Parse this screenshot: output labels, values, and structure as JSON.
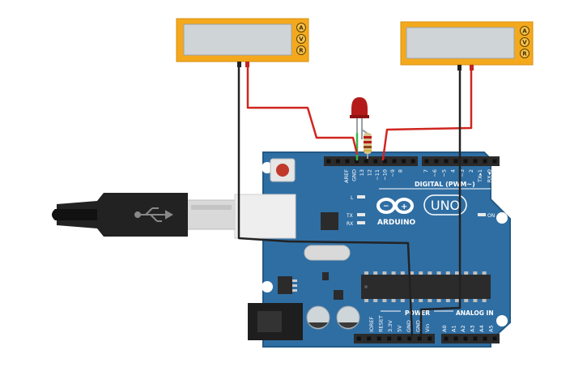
{
  "board": {
    "brand": "ARDUINO",
    "model": "UNO",
    "section_digital": "DIGITAL (PWM~)",
    "section_power": "POWER",
    "section_analog": "ANALOG IN",
    "led_on": "ON",
    "led_l": "L",
    "led_tx": "TX",
    "led_rx": "RX",
    "digital_pins_left": [
      "AREF",
      "GND",
      "13",
      "12",
      "~11",
      "~10",
      "~9",
      "8"
    ],
    "digital_pins_right": [
      "7",
      "~6",
      "~5",
      "4",
      "~3",
      "2",
      "TX▸1",
      "RX◂0"
    ],
    "power_pins": [
      "IOREF",
      "RESET",
      "3.3V",
      "5V",
      "GND",
      "GND",
      "Vin"
    ],
    "analog_pins": [
      "A0",
      "A1",
      "A2",
      "A3",
      "A4",
      "A5"
    ],
    "colors": {
      "pcb": "#2f6ea3",
      "header": "#2b2b2b",
      "silk": "#ffffff"
    }
  },
  "multimeters": [
    {
      "name": "multimeter-left",
      "modes": [
        "A",
        "V",
        "R"
      ]
    },
    {
      "name": "multimeter-right",
      "modes": [
        "A",
        "V",
        "R"
      ]
    }
  ],
  "wires": {
    "red": "#d0261f",
    "black": "#222222",
    "green": "#3bb34a"
  },
  "usb": {
    "icon": "usb-icon"
  }
}
